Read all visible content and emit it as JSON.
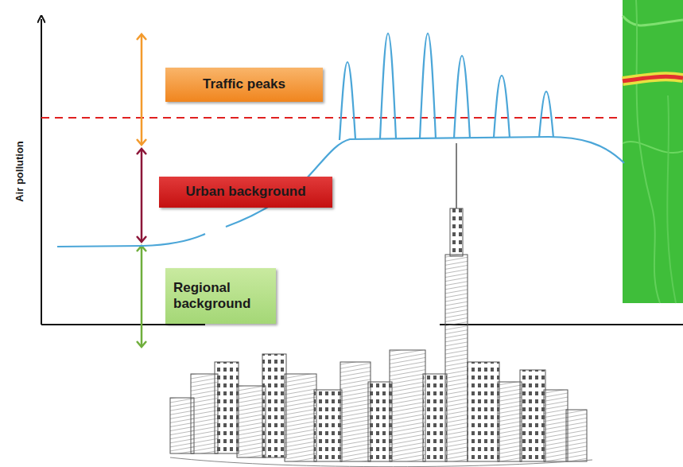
{
  "diagram": {
    "nodes": [
      {
        "text": [
          "Traffic peaks"
        ]
      },
      {
        "text": [
          "Urban background"
        ]
      },
      {
        "text": [
          "Regional background"
        ]
      }
    ],
    "labels": [
      "Air pollution"
    ]
  }
}
